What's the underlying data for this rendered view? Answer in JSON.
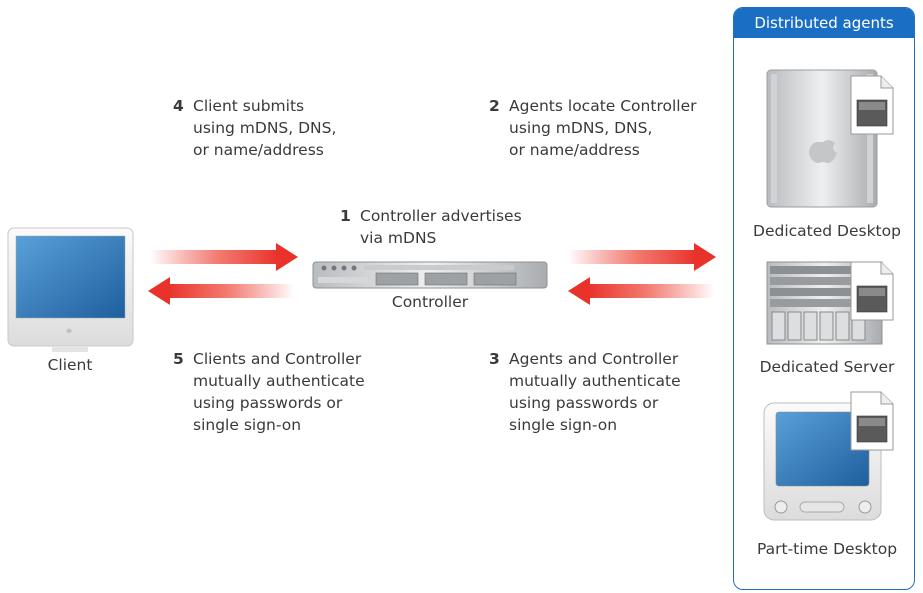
{
  "steps": [
    {
      "num": "1",
      "lines": [
        "Controller advertises",
        "via mDNS"
      ]
    },
    {
      "num": "2",
      "lines": [
        "Agents locate Controller",
        "using mDNS, DNS,",
        "or name/address"
      ]
    },
    {
      "num": "3",
      "lines": [
        "Agents and Controller",
        "mutually authenticate",
        "using passwords or",
        "single sign-on"
      ]
    },
    {
      "num": "4",
      "lines": [
        "Client submits",
        "using mDNS, DNS,",
        "or name/address"
      ]
    },
    {
      "num": "5",
      "lines": [
        "Clients and Controller",
        "mutually authenticate",
        "using passwords or",
        "single sign-on"
      ]
    }
  ],
  "labels": {
    "client": "Client",
    "controller": "Controller"
  },
  "agents_panel": {
    "title": "Distributed agents",
    "items": [
      {
        "label": "Dedicated Desktop"
      },
      {
        "label": "Dedicated Server"
      },
      {
        "label": "Part-time Desktop"
      }
    ]
  },
  "colors": {
    "panel_blue": "#1a6fc4",
    "arrow_red": "#e8322a"
  }
}
